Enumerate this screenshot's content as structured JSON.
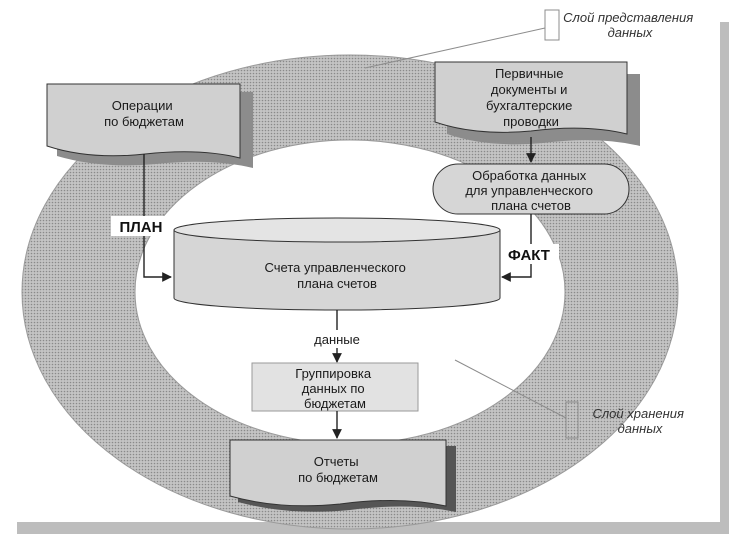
{
  "layers": {
    "presentation": [
      "Слой представления",
      "данных"
    ],
    "storage": [
      "Слой хранения",
      "данных"
    ]
  },
  "nodes": {
    "budget_operations": [
      "Операции",
      "по бюджетам"
    ],
    "primary_documents": [
      "Первичные",
      "документы и",
      "бухгалтерские",
      "проводки"
    ],
    "data_processing": [
      "Обработка данных",
      "для управленческого",
      "плана счетов"
    ],
    "accounts": [
      "Счета управленческого",
      "плана счетов"
    ],
    "grouping": [
      "Группировка",
      "данных по",
      "бюджетам"
    ],
    "budget_reports": [
      "Отчеты",
      "по бюджетам"
    ]
  },
  "edge_labels": {
    "plan": "ПЛАН",
    "fact": "ФАКТ",
    "data": "данные"
  },
  "colors": {
    "ring_fill": "#c9c9c9",
    "box_fill": "#d0d0d0",
    "cylinder_fill": "#d6d6d6",
    "grouping_fill": "#e2e2e2",
    "stroke": "#333333"
  }
}
